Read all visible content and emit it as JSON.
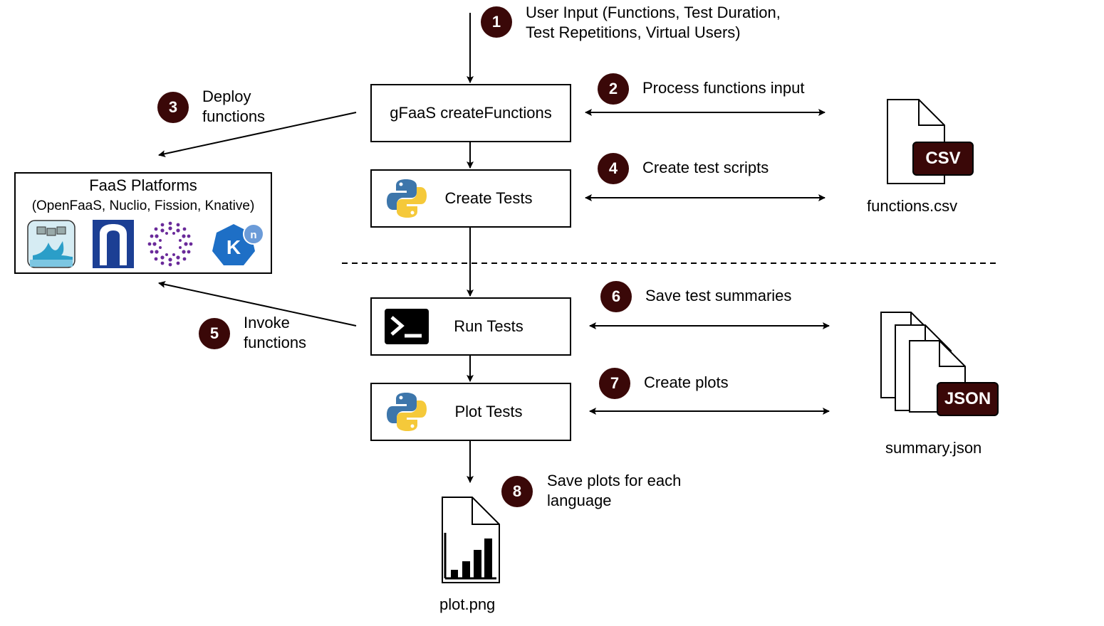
{
  "steps": {
    "s1": {
      "num": "1",
      "line1": "User Input (Functions, Test Duration,",
      "line2": "Test Repetitions, Virtual Users)"
    },
    "s2": {
      "num": "2",
      "label": "Process functions input"
    },
    "s3": {
      "num": "3",
      "line1": "Deploy",
      "line2": "functions"
    },
    "s4": {
      "num": "4",
      "label": "Create test scripts"
    },
    "s5": {
      "num": "5",
      "line1": "Invoke",
      "line2": "functions"
    },
    "s6": {
      "num": "6",
      "label": "Save test summaries"
    },
    "s7": {
      "num": "7",
      "label": "Create plots"
    },
    "s8": {
      "num": "8",
      "line1": "Save plots for each",
      "line2": "language"
    }
  },
  "boxes": {
    "create_functions": "gFaaS createFunctions",
    "create_tests": "Create Tests",
    "run_tests": "Run Tests",
    "plot_tests": "Plot Tests"
  },
  "platforms": {
    "title": "FaaS Platforms",
    "subtitle": "(OpenFaaS, Nuclio, Fission, Knative)",
    "icons": [
      "openfaas-icon",
      "nuclio-icon",
      "fission-icon",
      "knative-icon"
    ]
  },
  "files": {
    "csv": {
      "tag": "CSV",
      "name": "functions.csv"
    },
    "json": {
      "tag": "JSON",
      "name": "summary.json"
    },
    "png": {
      "name": "plot.png"
    }
  },
  "colors": {
    "badge": "#3a0808",
    "knative": "#1e6fc6",
    "fission": "#6a2a9a",
    "nuclio": "#1c3f94"
  }
}
